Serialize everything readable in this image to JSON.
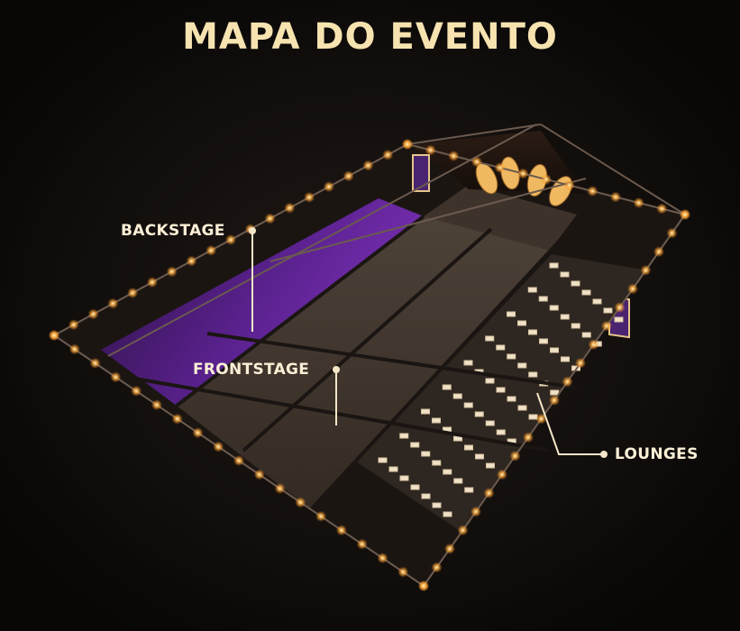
{
  "title": "MAPA DO EVENTO",
  "areas": {
    "backstage": "BACKSTAGE",
    "frontstage": "FRONTSTAGE",
    "lounges": "LOUNGES"
  },
  "colors": {
    "background": "#0b0908",
    "title": "#f7e3b0",
    "label": "#fbefd6",
    "backstage_floor": "#5a1f8a",
    "frontstage_floor": "#3a3129",
    "light_glow": "#ffb347"
  }
}
